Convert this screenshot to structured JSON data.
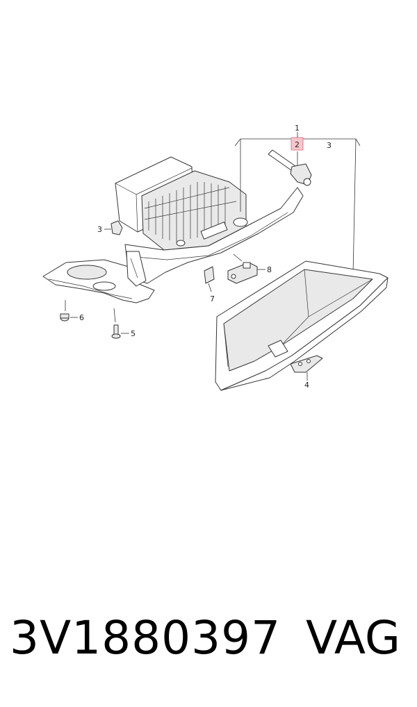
{
  "diagram": {
    "callouts": {
      "c1": "1",
      "c2": "2",
      "c3a": "3",
      "c3b": "3",
      "c4": "4",
      "c5": "5",
      "c6": "6",
      "c7": "7",
      "c8": "8"
    },
    "highlighted_callout": "2",
    "highlight_color": "#f7c6cc"
  },
  "footer": {
    "part_number": "3V1880397",
    "brand": "VAG"
  }
}
